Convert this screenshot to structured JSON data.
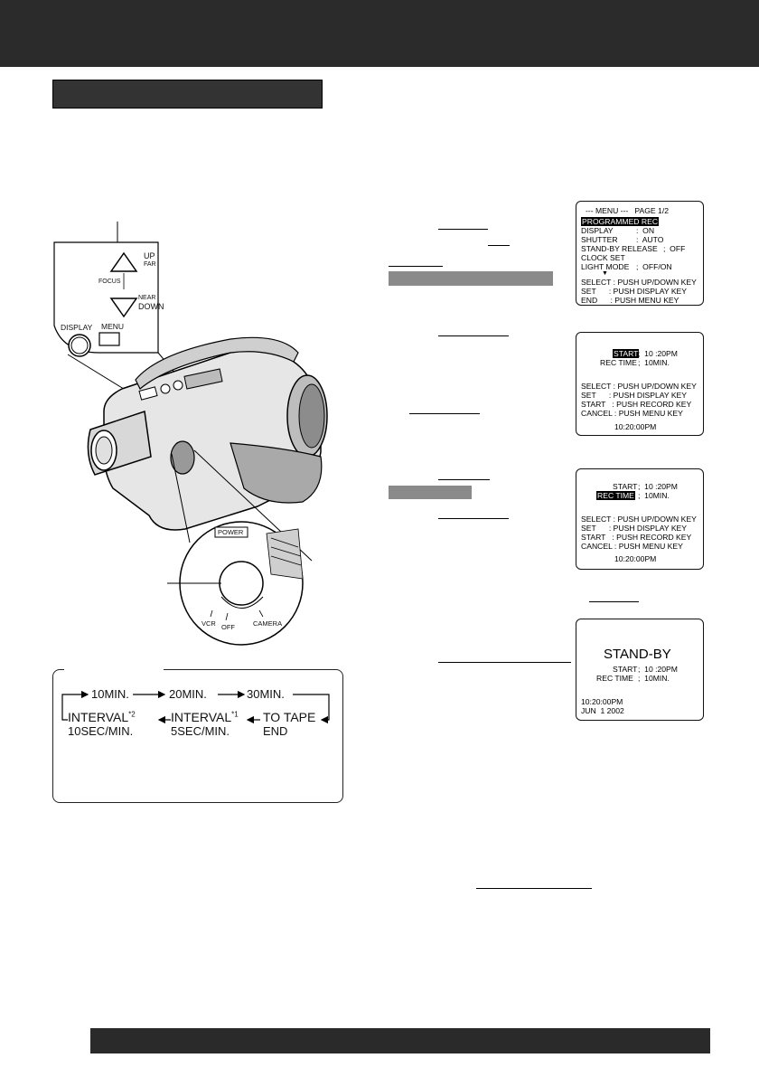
{
  "camera_labels": {
    "up": "UP",
    "far": "FAR",
    "focus": "FOCUS",
    "near": "NEAR",
    "down": "DOWN",
    "display": "DISPLAY",
    "menu": "MENU",
    "power": "POWER",
    "vcr": "VCR",
    "off": "OFF",
    "camera": "CAMERA"
  },
  "screen_menu": {
    "title": "--- MENU ---   PAGE 1/2",
    "lines": [
      {
        "label": "PROGRAMMED REC",
        "value": ""
      },
      {
        "label": "DISPLAY",
        "value": ":  ON"
      },
      {
        "label": "SHUTTER",
        "value": ":  AUTO"
      },
      {
        "label": "STAND-BY RELEASE",
        "value": ";  OFF"
      },
      {
        "label": "CLOCK SET",
        "value": ""
      },
      {
        "label": "LIGHT MODE",
        "value": ";  OFF/ON"
      }
    ],
    "select": "SELECT : PUSH UP/DOWN KEY",
    "set": "SET      : PUSH DISPLAY KEY",
    "end": "END      : PUSH MENU KEY"
  },
  "screen_start": {
    "start_label": "START",
    "start_value": ";  10 :20PM",
    "rectime_label": "REC TIME",
    "rectime_value": ";  10MIN.",
    "select": "SELECT : PUSH UP/DOWN KEY",
    "set": "SET      : PUSH DISPLAY KEY",
    "start": "START   : PUSH RECORD KEY",
    "cancel": "CANCEL : PUSH MENU KEY",
    "time": "10:20:00PM"
  },
  "screen_rectime": {
    "start_label": "START",
    "start_value": ";  10 :20PM",
    "rectime_label": "REC TIME",
    "rectime_value": ";  10MIN.",
    "select": "SELECT : PUSH UP/DOWN KEY",
    "set": "SET      : PUSH DISPLAY KEY",
    "start": "START   : PUSH RECORD KEY",
    "cancel": "CANCEL : PUSH MENU KEY",
    "time": "10:20:00PM"
  },
  "screen_standby": {
    "title": "STAND-BY",
    "start_label": "START",
    "start_value": ";  10 :20PM",
    "rectime_label": "REC TIME",
    "rectime_value": ";  10MIN.",
    "time": "10:20:00PM",
    "date": "JUN  1 2002"
  },
  "diagram": {
    "row1": [
      "10MIN.",
      "20MIN.",
      "30MIN."
    ],
    "interval2": "INTERVAL",
    "interval2_mark": "*2",
    "interval2_sub": "10SEC/MIN.",
    "interval1": "INTERVAL",
    "interval1_mark": "*1",
    "interval1_sub": "5SEC/MIN.",
    "totape": "TO TAPE",
    "totape_sub": "END"
  }
}
